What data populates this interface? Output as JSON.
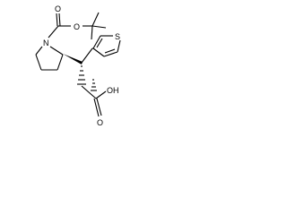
{
  "molecule": {
    "atoms": {
      "n1": "N",
      "o_carbonyl": "O",
      "o_ester": "O",
      "s1": "S",
      "o_acid_carbonyl": "O",
      "oh_acid": "OH"
    },
    "colors": {
      "bond": "#000000",
      "label": "#000000",
      "background": "#ffffff"
    }
  }
}
